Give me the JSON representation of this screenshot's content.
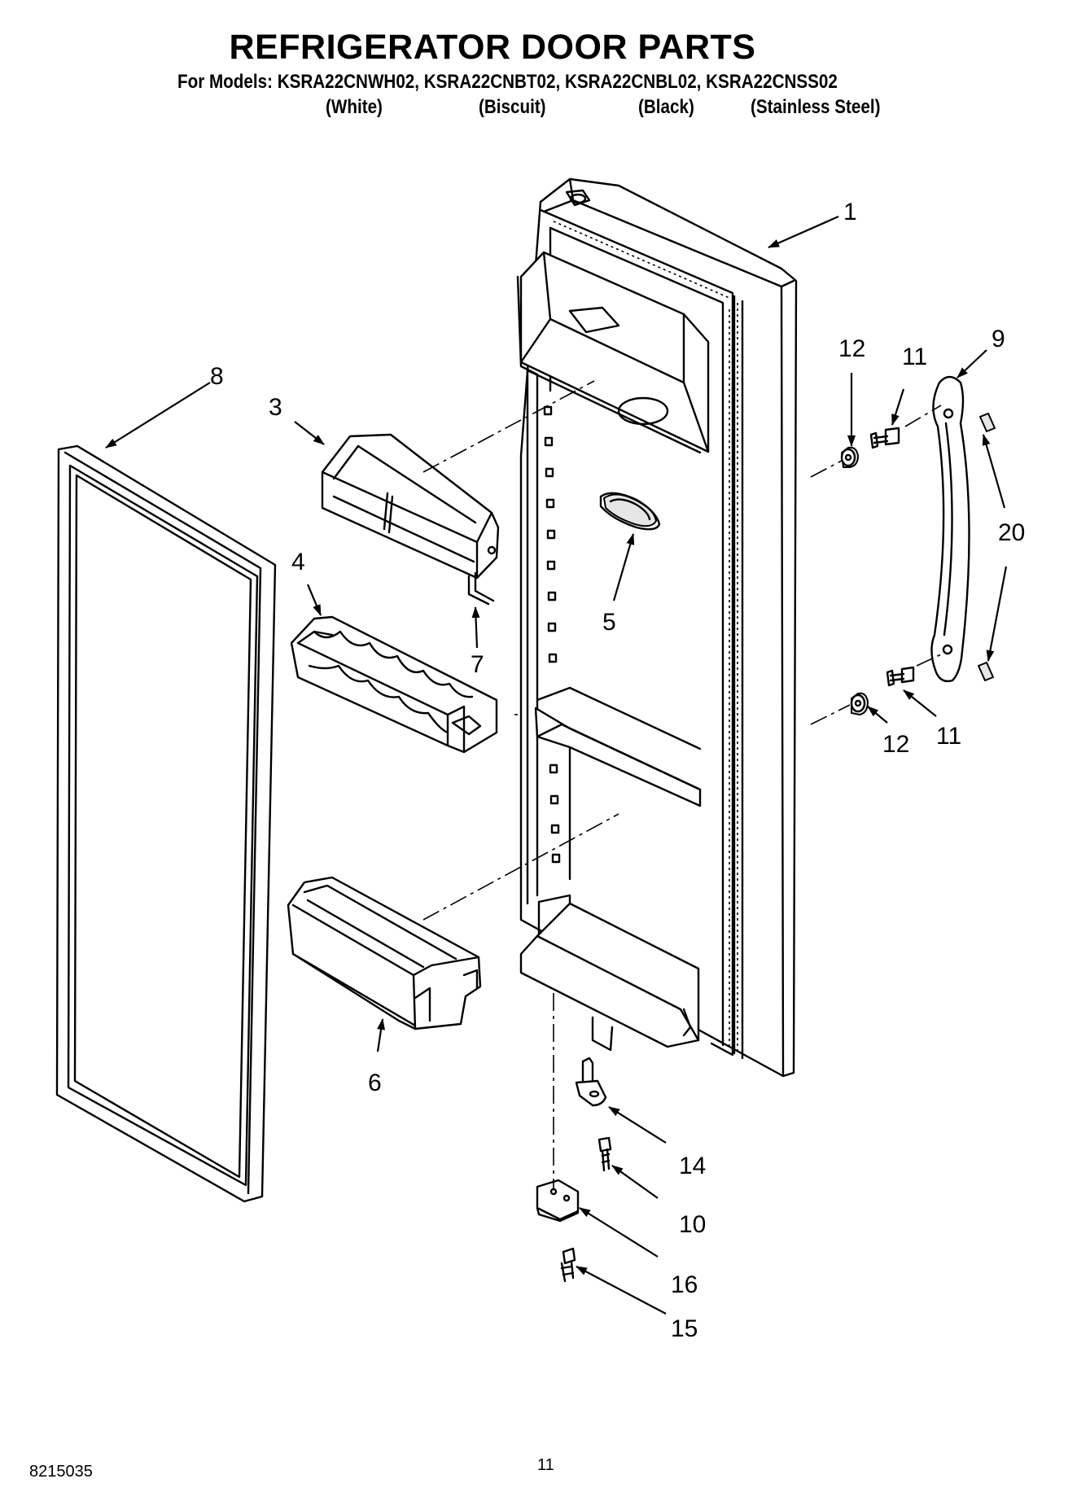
{
  "header": {
    "title": "REFRIGERATOR DOOR PARTS",
    "models": "For Models: KSRA22CNWH02, KSRA22CNBT02, KSRA22CNBL02, KSRA22CNSS02",
    "finishes": [
      "(White)",
      "(Biscuit)",
      "(Black)",
      "(Stainless Steel)"
    ]
  },
  "callouts": {
    "c1": "1",
    "c3": "3",
    "c4": "4",
    "c5": "5",
    "c6": "6",
    "c7": "7",
    "c8": "8",
    "c9": "9",
    "c10": "10",
    "c11a": "11",
    "c11b": "11",
    "c12a": "12",
    "c12b": "12",
    "c14": "14",
    "c15": "15",
    "c16": "16",
    "c20": "20"
  },
  "footer": {
    "doc_number": "8215035",
    "page_number": "11"
  }
}
